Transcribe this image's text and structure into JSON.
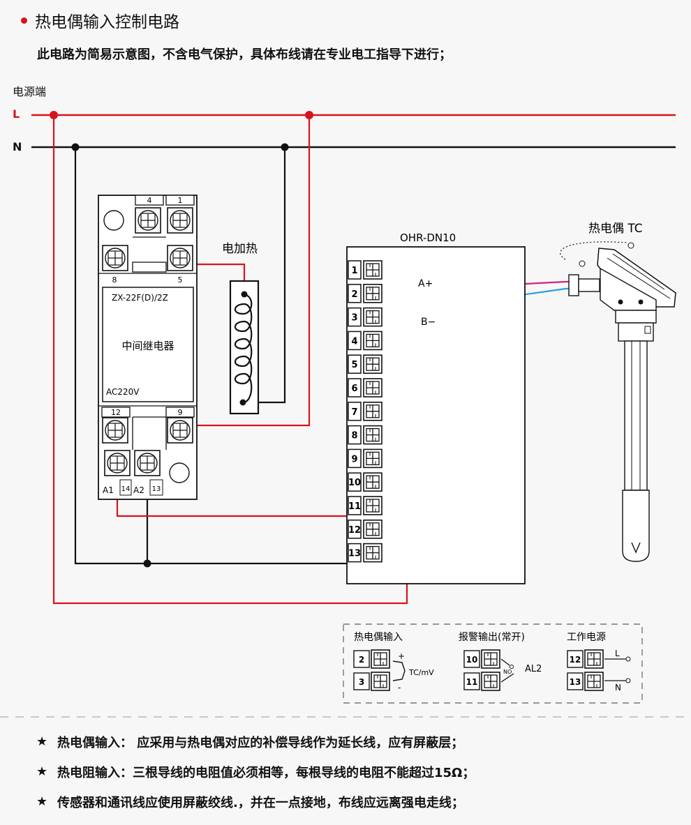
{
  "header": {
    "title": "热电偶输入控制电路",
    "subtitle": "此电路为简易示意图，不含电气保护，具体布线请在专业电工指导下进行；"
  },
  "power": {
    "label": "电源端",
    "line_l": "L",
    "line_n": "N"
  },
  "relay": {
    "top_terms": [
      "4",
      "1"
    ],
    "mid_terms": [
      "8",
      "5"
    ],
    "model": "ZX-22F(D)/2Z",
    "name": "中间继电器",
    "voltage": "AC220V",
    "bottom_terms": [
      "12",
      "9"
    ],
    "coil_terms": [
      "A1",
      "14",
      "A2",
      "13"
    ]
  },
  "heater": {
    "label": "电加热"
  },
  "controller": {
    "model": "OHR-DN10",
    "terminals": [
      "1",
      "2",
      "3",
      "4",
      "5",
      "6",
      "7",
      "8",
      "9",
      "10",
      "11",
      "12",
      "13"
    ],
    "a_plus": "A+",
    "b_minus": "B−"
  },
  "thermocouple": {
    "label": "热电偶 TC"
  },
  "legend": {
    "tc_title": "热电偶输入",
    "tc_terms": [
      "2",
      "3"
    ],
    "tc_plus": "+",
    "tc_minus": "-",
    "tc_unit": "TC/mV",
    "alarm_title": "报警输出(常开)",
    "alarm_terms": [
      "10",
      "11"
    ],
    "alarm_no": "NO",
    "alarm_name": "AL2",
    "power_title": "工作电源",
    "power_terms": [
      "12",
      "13"
    ],
    "power_l": "L",
    "power_n": "N"
  },
  "notes": [
    {
      "star": "★",
      "text": "热电偶输入：  应采用与热电偶对应的补偿导线作为延长线，应有屏蔽层；"
    },
    {
      "star": "★",
      "text": "热电阻输入：三根导线的电阻值必须相等，每根导线的电阻不能超过15Ω；"
    },
    {
      "star": "★",
      "text": "传感器和通讯线应使用屏蔽绞线.，并在一点接地，布线应远离强电走线；"
    }
  ],
  "colors": {
    "live": "#d7141a",
    "neutral": "#111111",
    "a_plus": "#d6207c",
    "b_minus": "#2aa0dc"
  }
}
